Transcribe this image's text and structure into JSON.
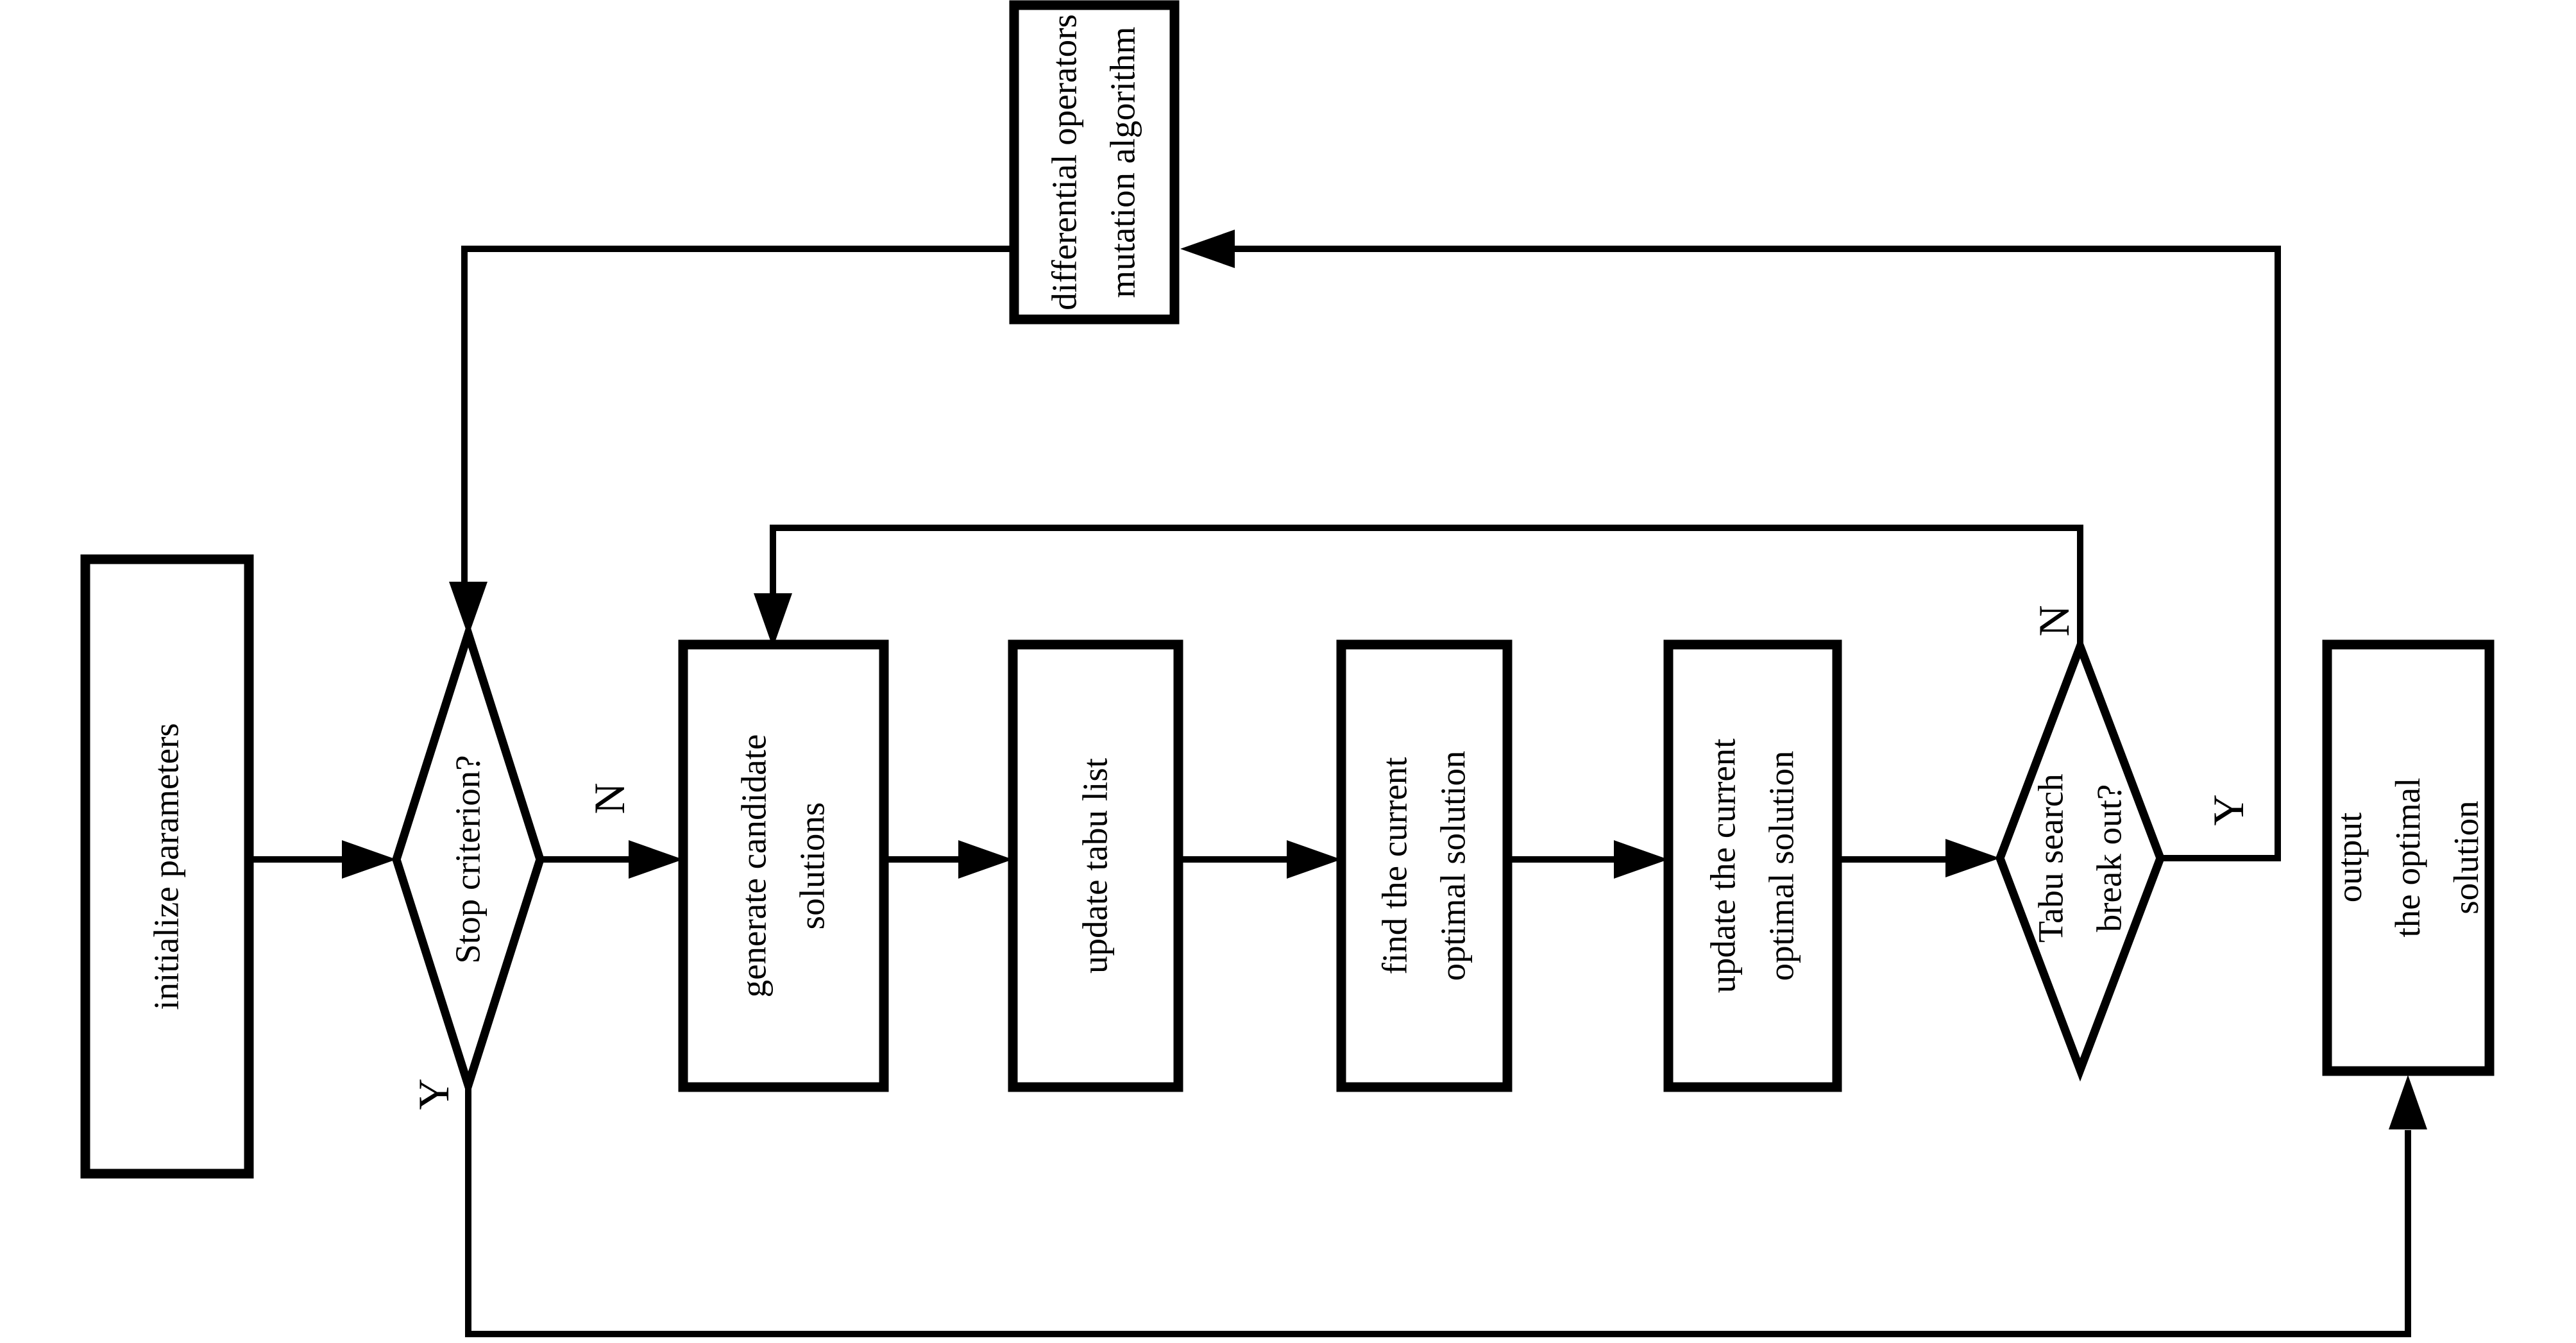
{
  "colors": {
    "background": "#ffffff",
    "stroke": "#000000",
    "text": "#000000"
  },
  "nodes": {
    "initialize": {
      "type": "process",
      "label": "initialize parameters"
    },
    "mutation": {
      "type": "process",
      "label": "differential operators\nmutation algorithm"
    },
    "stop_criterion": {
      "type": "decision",
      "label": "Stop criterion?"
    },
    "generate_candidates": {
      "type": "process",
      "label": "generate candidate\nsolutions"
    },
    "update_tabu_list": {
      "type": "process",
      "label": "update tabu list"
    },
    "find_current_optimal": {
      "type": "process",
      "label": "find the current\noptimal solution"
    },
    "update_current_optimal": {
      "type": "process",
      "label": "update the current\noptimal solution"
    },
    "tabu_break": {
      "type": "decision",
      "label": "Tabu search\nbreak out?"
    },
    "output": {
      "type": "process",
      "label": "output\nthe optimal solution"
    }
  },
  "branch_labels": {
    "stop_criterion_no": "N",
    "stop_criterion_yes": "Y",
    "tabu_break_no": "N",
    "tabu_break_yes": "Y"
  }
}
